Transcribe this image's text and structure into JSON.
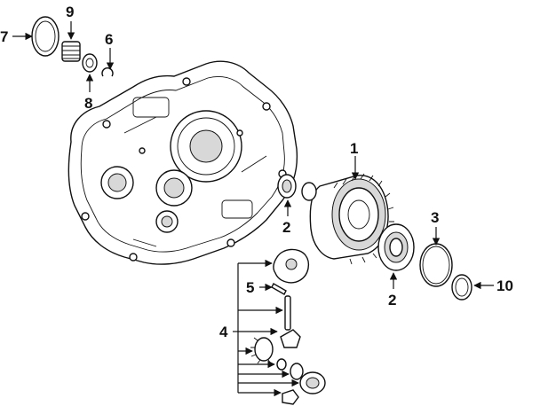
{
  "diagram": {
    "callouts": {
      "c1": "1",
      "c2a": "2",
      "c2b": "2",
      "c3": "3",
      "c4": "4",
      "c5": "5",
      "c6": "6",
      "c7": "7",
      "c8": "8",
      "c9": "9",
      "c10": "10"
    }
  }
}
